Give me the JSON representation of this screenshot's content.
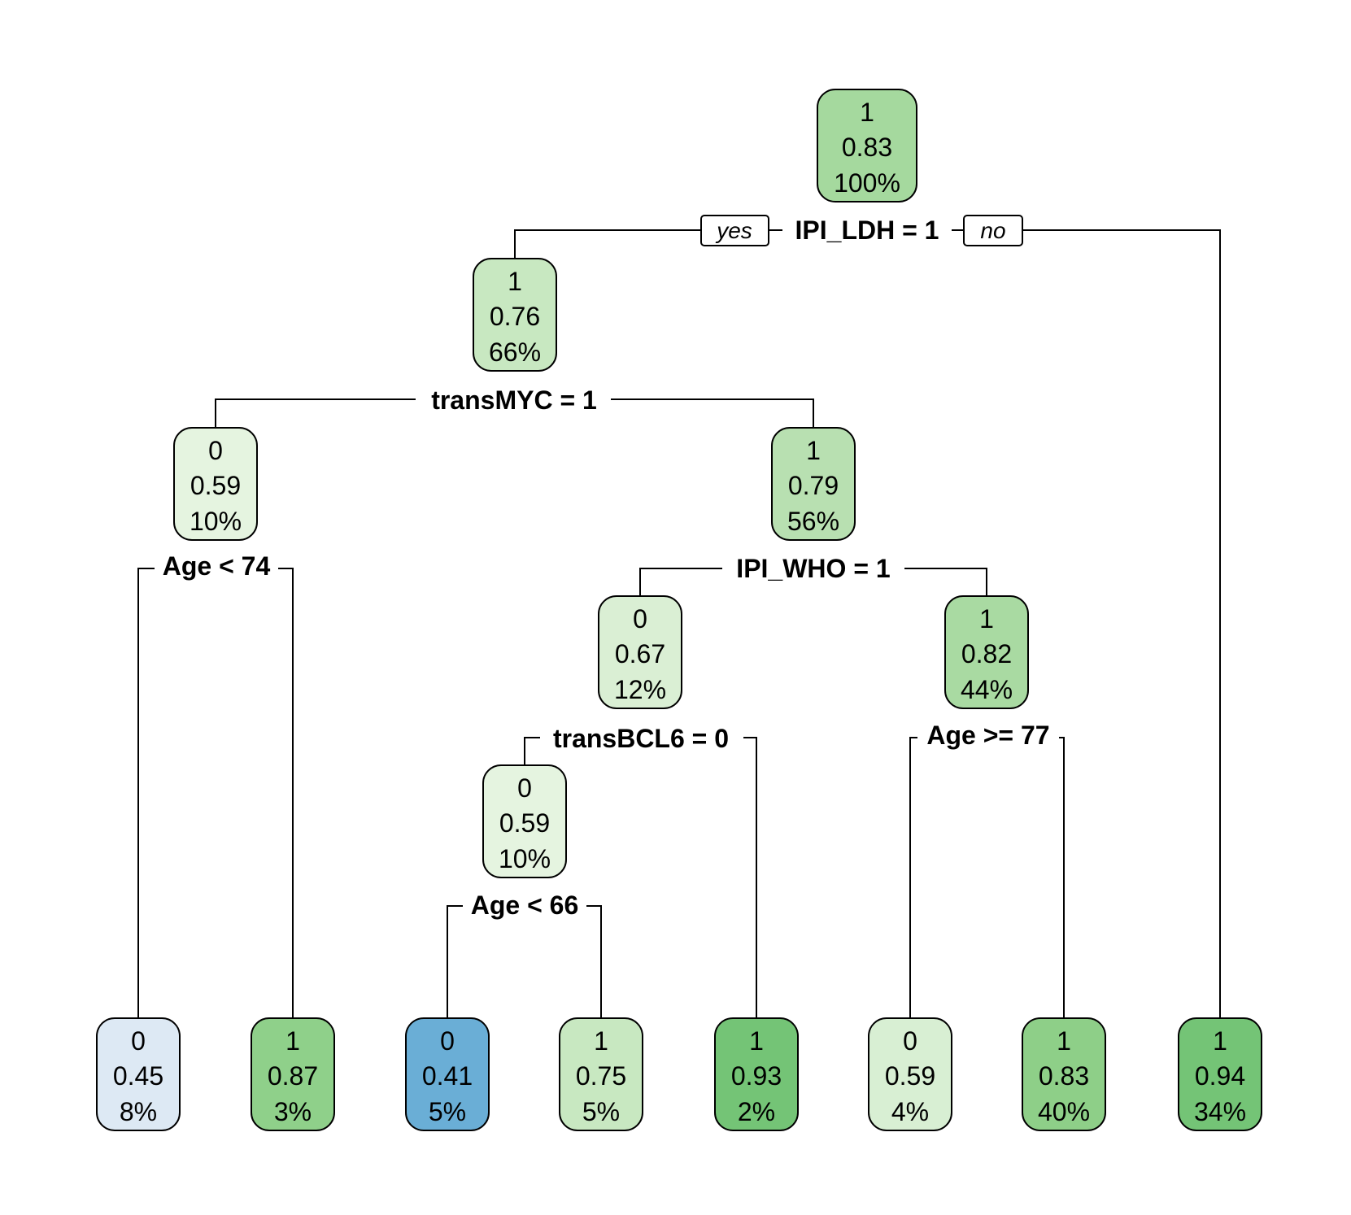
{
  "tree": {
    "labels": {
      "yes": "yes",
      "no": "no"
    },
    "nodes": [
      {
        "id": "n1",
        "cls": "1",
        "prob": "0.83",
        "pct": "100%",
        "color": "#a5d99e"
      },
      {
        "id": "n2",
        "cls": "1",
        "prob": "0.76",
        "pct": "66%",
        "color": "#c8e8c1"
      },
      {
        "id": "n4",
        "cls": "0",
        "prob": "0.59",
        "pct": "10%",
        "color": "#e5f4e0"
      },
      {
        "id": "n5",
        "cls": "1",
        "prob": "0.79",
        "pct": "56%",
        "color": "#b8e0b1"
      },
      {
        "id": "n10",
        "cls": "0",
        "prob": "0.67",
        "pct": "12%",
        "color": "#daefd4"
      },
      {
        "id": "n11",
        "cls": "1",
        "prob": "0.82",
        "pct": "44%",
        "color": "#a9daa2"
      },
      {
        "id": "n20",
        "cls": "0",
        "prob": "0.59",
        "pct": "10%",
        "color": "#e5f4e0"
      },
      {
        "id": "n8",
        "cls": "0",
        "prob": "0.45",
        "pct": "8%",
        "color": "#dde9f4"
      },
      {
        "id": "n9",
        "cls": "1",
        "prob": "0.87",
        "pct": "3%",
        "color": "#8fd08a"
      },
      {
        "id": "n40",
        "cls": "0",
        "prob": "0.41",
        "pct": "5%",
        "color": "#6aaed6"
      },
      {
        "id": "n41",
        "cls": "1",
        "prob": "0.75",
        "pct": "5%",
        "color": "#c8e8c1"
      },
      {
        "id": "n21",
        "cls": "1",
        "prob": "0.93",
        "pct": "2%",
        "color": "#74c476"
      },
      {
        "id": "n22",
        "cls": "0",
        "prob": "0.59",
        "pct": "4%",
        "color": "#d8efd3"
      },
      {
        "id": "n23",
        "cls": "1",
        "prob": "0.83",
        "pct": "40%",
        "color": "#8ecf88"
      },
      {
        "id": "n3",
        "cls": "1",
        "prob": "0.94",
        "pct": "34%",
        "color": "#74c476"
      }
    ],
    "splits": [
      {
        "id": "s1",
        "label": "IPI_LDH = 1"
      },
      {
        "id": "s2",
        "label": "transMYC = 1"
      },
      {
        "id": "s4",
        "label": "Age < 74"
      },
      {
        "id": "s5",
        "label": "IPI_WHO = 1"
      },
      {
        "id": "s10",
        "label": "transBCL6 = 0"
      },
      {
        "id": "s11",
        "label": "Age >= 77"
      },
      {
        "id": "s20",
        "label": "Age < 66"
      }
    ]
  }
}
